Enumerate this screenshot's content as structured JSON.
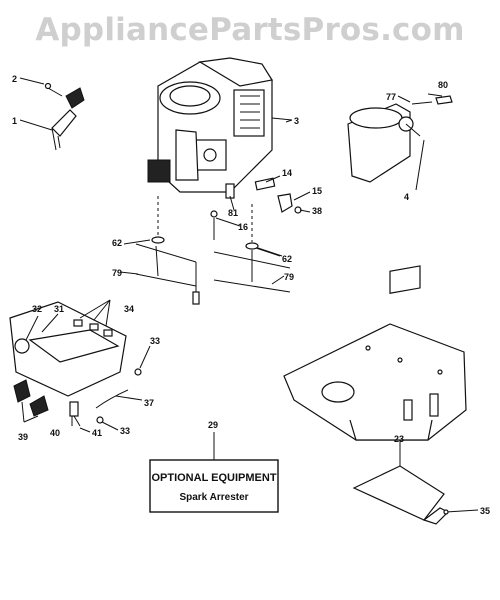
{
  "watermark": "AppliancePartsPros.com",
  "callouts": {
    "c1": "1",
    "c2": "2",
    "c3": "3",
    "c4": "4",
    "c14": "14",
    "c15": "15",
    "c16": "16",
    "c23": "23",
    "c29": "29",
    "c31": "31",
    "c32": "32",
    "c33a": "33",
    "c33b": "33",
    "c34": "34",
    "c35": "35",
    "c37": "37",
    "c38": "38",
    "c39": "39",
    "c40": "40",
    "c41": "41",
    "c62a": "62",
    "c62b": "62",
    "c77": "77",
    "c79a": "79",
    "c79b": "79",
    "c80": "80",
    "c81": "81"
  },
  "optional_box": {
    "title": "OPTIONAL EQUIPMENT",
    "subtitle": "Spark Arrester"
  }
}
